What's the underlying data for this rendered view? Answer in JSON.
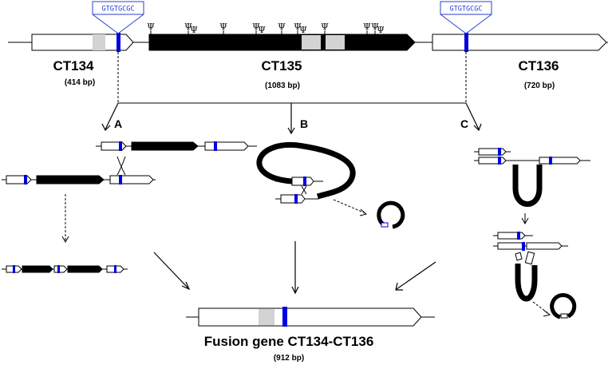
{
  "genes": {
    "ct134": {
      "name": "CT134",
      "size": "(414 bp)"
    },
    "ct135": {
      "name": "CT135",
      "size": "(1083 bp)"
    },
    "ct136": {
      "name": "CT136",
      "size": "(720 bp)"
    }
  },
  "motif": "GTGTGCGC",
  "psi_symbol": "Ψ",
  "psi_pairs": [
    false,
    true,
    false,
    true,
    false,
    true,
    false,
    false,
    true
  ],
  "routes": {
    "a": "A",
    "b": "B",
    "c": "C"
  },
  "fusion": {
    "title": "Fusion gene CT134-CT136",
    "size": "(912 bp)"
  },
  "colors": {
    "motif_blue": "#0000e0",
    "grey_region": "#d3d3d3",
    "gene_black": "#000000"
  }
}
